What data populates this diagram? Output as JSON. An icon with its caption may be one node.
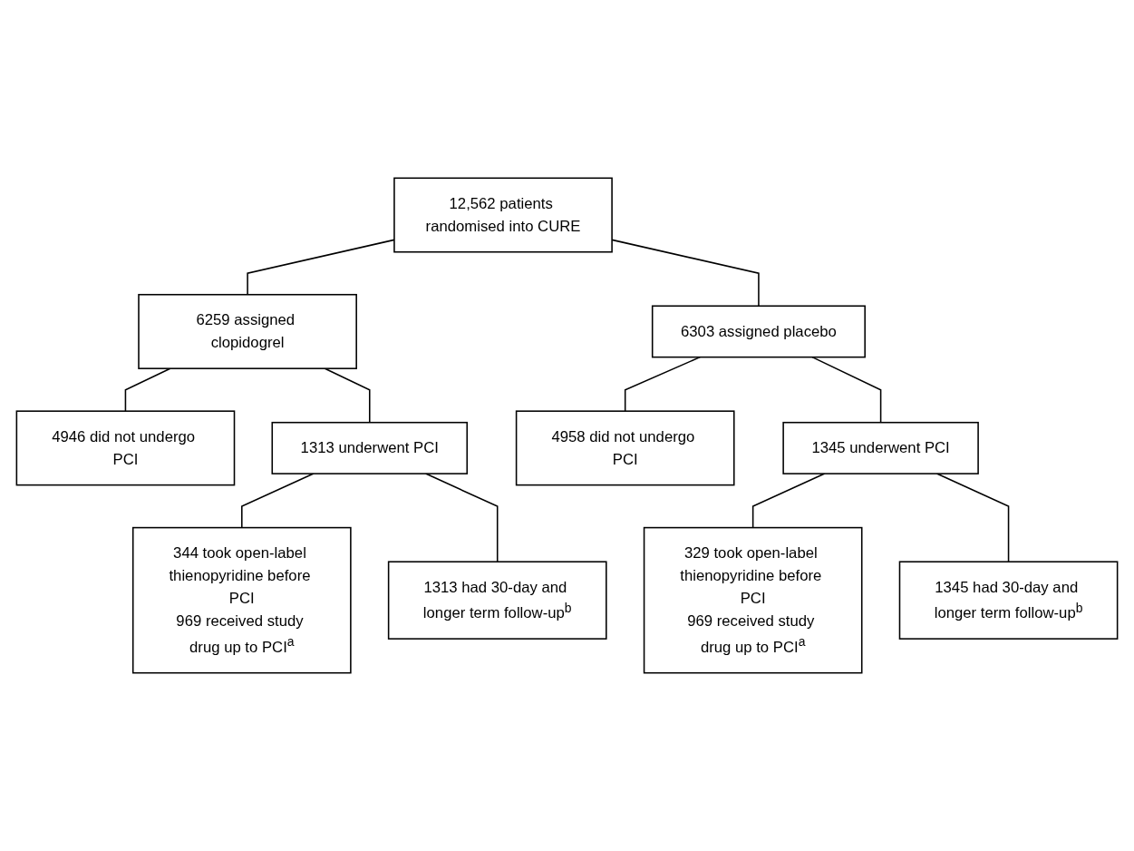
{
  "diagram": {
    "nodes": [
      {
        "text": [
          "12,562 patients randomised into CURE"
        ]
      },
      {
        "text": [
          "6259 assigned clopidogrel"
        ]
      },
      {
        "text": [
          "6303 assigned placebo"
        ]
      },
      {
        "text": [
          "4946 did not undergo PCI"
        ]
      },
      {
        "text": [
          "4958 did not undergo PCI"
        ]
      },
      {
        "text": [
          "1313 underwent PCI"
        ]
      },
      {
        "text": [
          "1345 underwent PCI"
        ]
      },
      {
        "text": [
          "344 took open-label thienopyridine before PCI",
          "969 received study drug up to PCI$^{a}$"
        ]
      },
      {
        "text": [
          "329 took open-label thienopyridine before PCI",
          "969 received study drug up to PCI$^{a}$"
        ]
      },
      {
        "text": [
          "1313 had 30-day and longer term follow-up$^{b}$"
        ]
      },
      {
        "text": [
          "1345 had 30-day and longer term follow-up$^{b}$"
        ]
      }
    ],
    "edges": [
      {
        "from": 0,
        "to": 1,
        "arrow": "none"
      },
      {
        "from": 0,
        "to": 2,
        "arrow": "none"
      },
      {
        "from": 1,
        "to": 3,
        "arrow": "none"
      },
      {
        "from": 1,
        "to": 5,
        "arrow": "none"
      },
      {
        "from": 2,
        "to": 4,
        "arrow": "none"
      },
      {
        "from": 2,
        "to": 6,
        "arrow": "none"
      },
      {
        "from": 5,
        "to": 7,
        "arrow": "none"
      },
      {
        "from": 5,
        "to": 9,
        "arrow": "none"
      },
      {
        "from": 6,
        "to": 8,
        "arrow": "none"
      },
      {
        "from": 6,
        "to": 10,
        "arrow": "none"
      }
    ]
  }
}
